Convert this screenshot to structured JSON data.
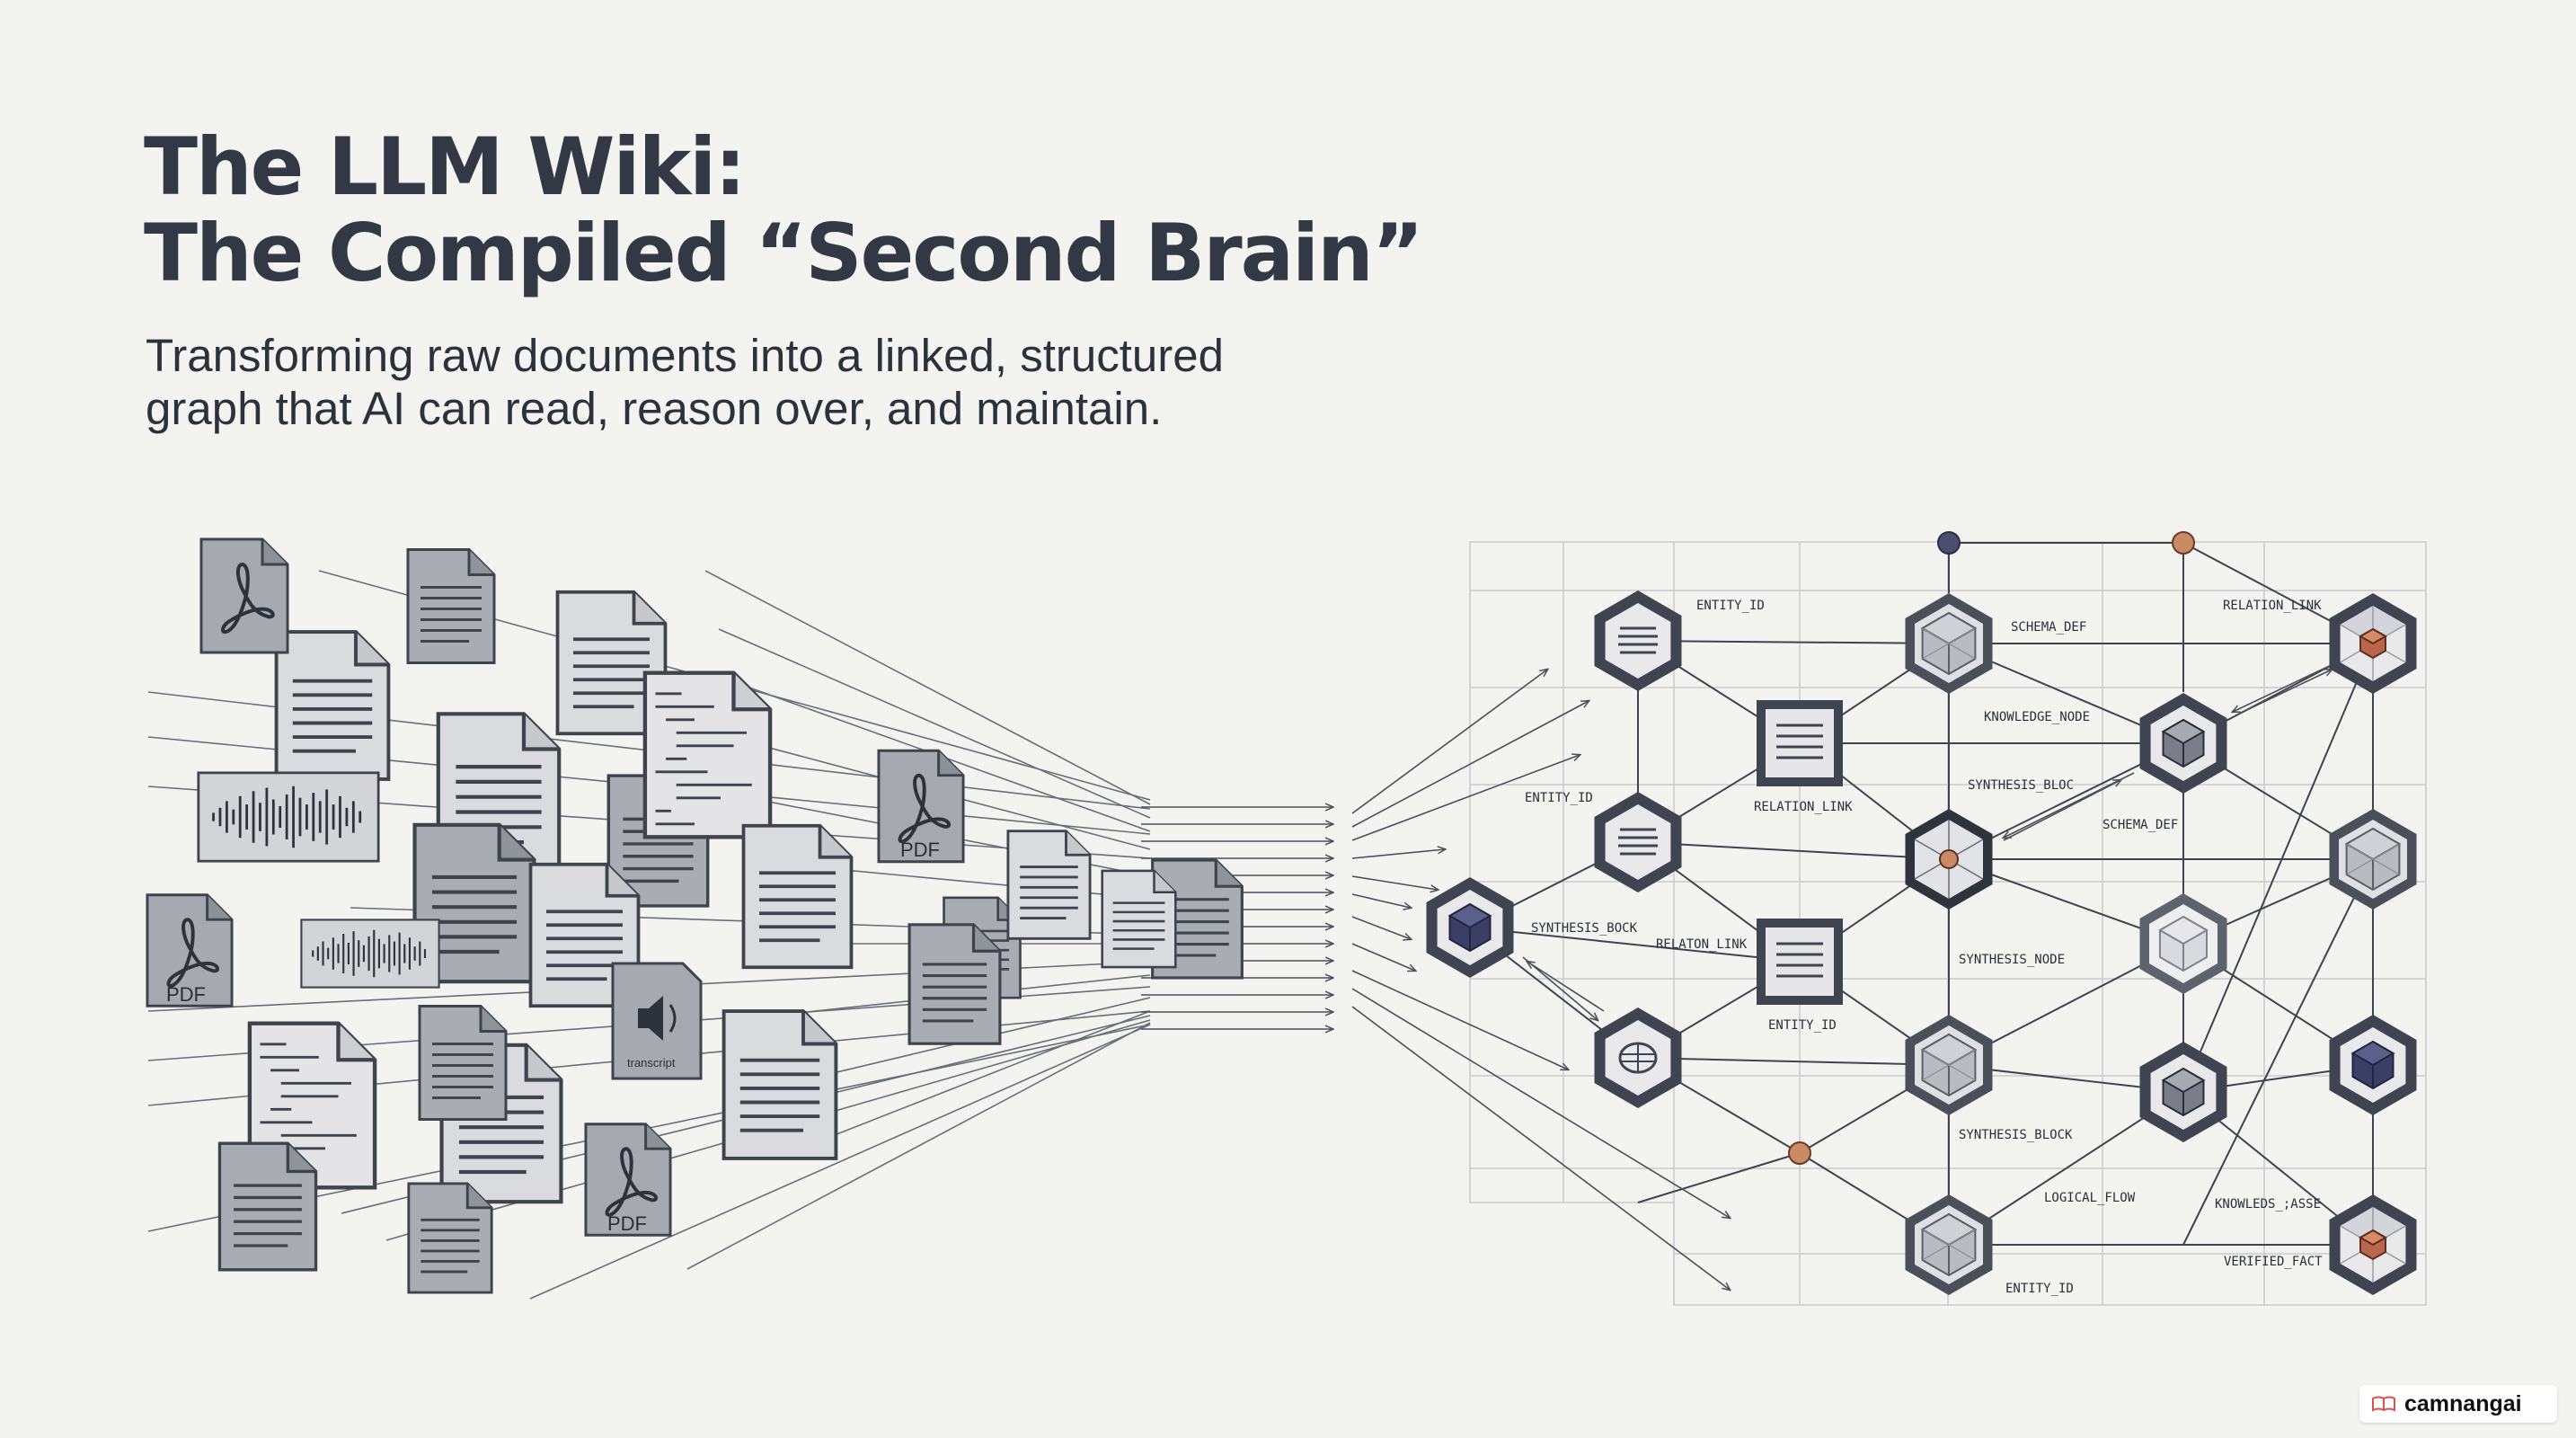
{
  "header": {
    "title_line1": "The LLM Wiki:",
    "title_line2": "The Compiled “Second Brain”",
    "subtitle_line1": "Transforming raw documents into a linked, structured",
    "subtitle_line2": "graph that AI can read, reason over, and maintain."
  },
  "documents": {
    "pdf_label": "PDF",
    "transcript_label": "transcript",
    "icons": [
      "pdf-icon",
      "text-document-icon",
      "code-document-icon",
      "audio-waveform-icon",
      "speaker-icon"
    ]
  },
  "graph": {
    "node_labels": [
      "ENTITY_ID",
      "SCHEMA_DEF",
      "RELATION_LINK",
      "KNOWLEDGE_NODE",
      "ENTITY_ID",
      "RELATION_LINK",
      "SYNTHESIS_BLOC",
      "SCHEMA_DEF",
      "SYNTHESIS_BOCK",
      "RELATON_LINK",
      "ENTITY_ID",
      "SYNTHESIS_NODE",
      "SYNTHESIS_BLOCK",
      "LOGICAL_FLOW",
      "KNOWLEDS_;ASSE",
      "VERIFIED_FACT",
      "ENTITY_ID"
    ],
    "colors": {
      "node_dark": "#3f4450",
      "node_fill": "#e9e9ec",
      "accent_navy": "#4a4f6e",
      "accent_orange": "#c98a66",
      "accent_indigo": "#505a84",
      "grid": "#c9cace"
    }
  },
  "watermark": {
    "text": "camnangai",
    "icon": "book-icon",
    "icon_color": "#d9534f"
  }
}
